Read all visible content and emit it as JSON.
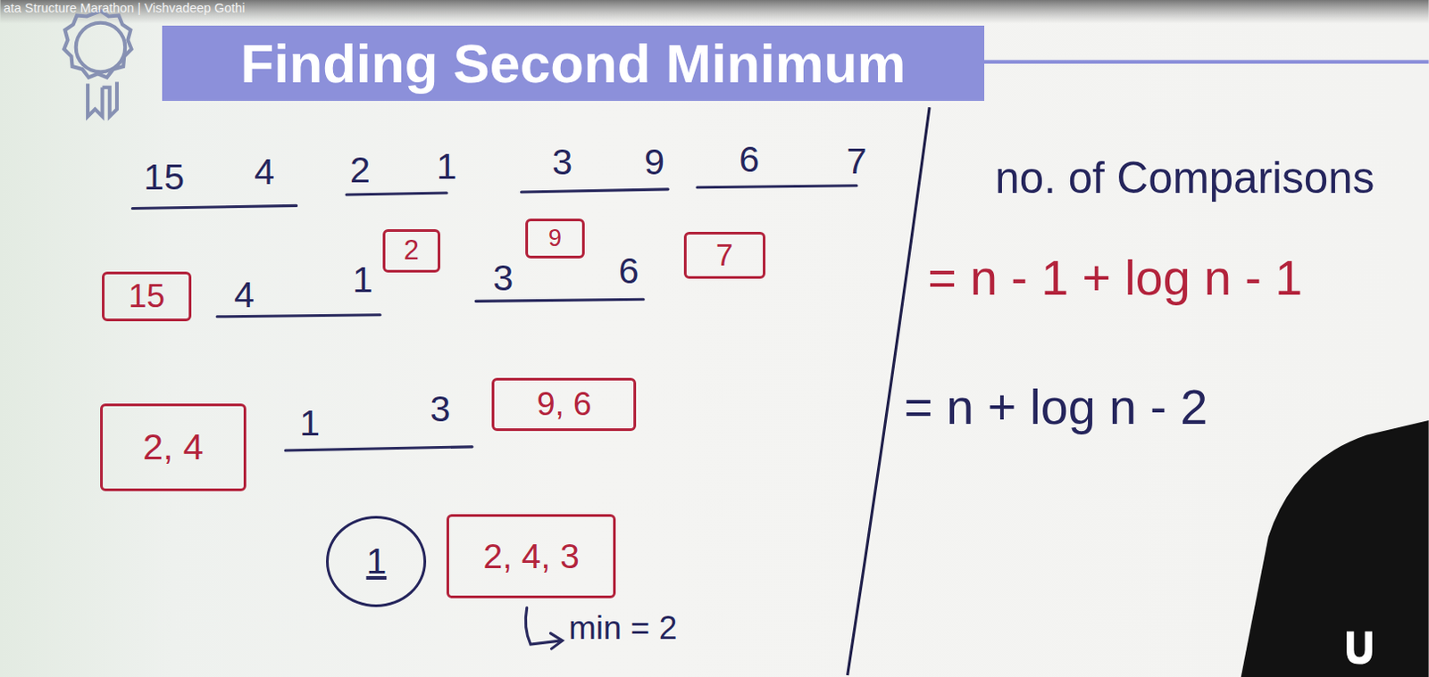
{
  "diagram": {
    "title": "Finding Second Minimum",
    "nodes": [
      {
        "text": [
          "15"
        ]
      },
      {
        "text": [
          "2"
        ]
      },
      {
        "text": [
          "9"
        ]
      },
      {
        "text": [
          "7"
        ]
      },
      {
        "text": [
          "2, 4"
        ]
      },
      {
        "text": [
          "9, 6"
        ]
      },
      {
        "text": [
          "1"
        ]
      },
      {
        "text": [
          "2, 4, 3"
        ]
      }
    ],
    "labels": [
      "ata Structure Marathon | Vishvadeep Gothi",
      "15",
      "4",
      "2",
      "1",
      "3",
      "9",
      "6",
      "7",
      "4",
      "1",
      "3",
      "6",
      "1",
      "3",
      "min = 2",
      "no. of Comparisons",
      "= n - 1 + log n - 1",
      "= n + log n - 2"
    ]
  }
}
